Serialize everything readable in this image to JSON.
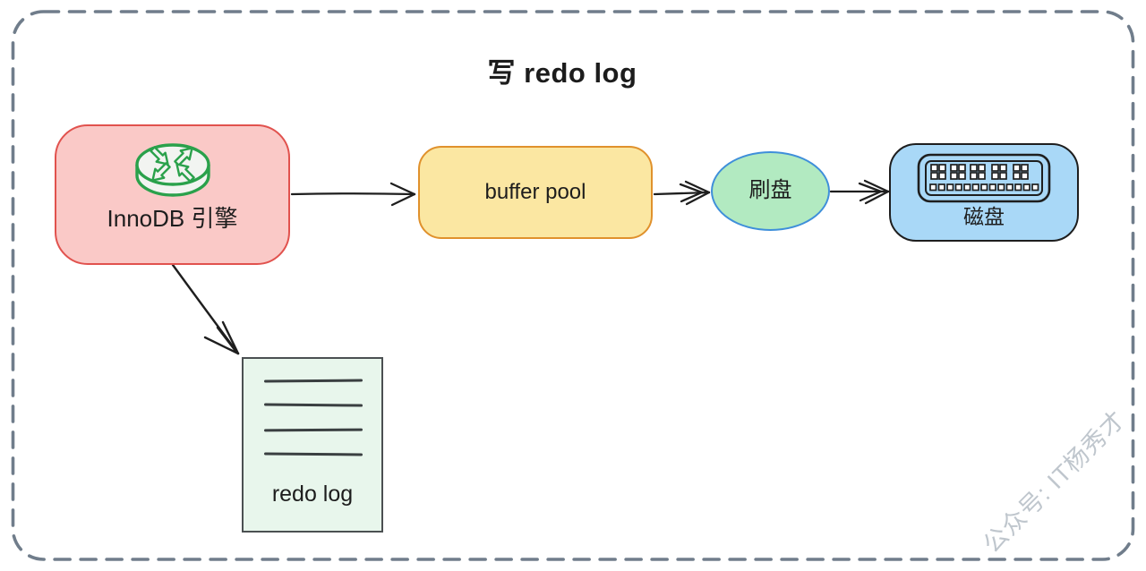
{
  "diagram": {
    "title": "写 redo log",
    "watermark": "公众号: IT杨秀才"
  },
  "frame": {
    "border_color": "#707d8b"
  },
  "nodes": {
    "innodb": {
      "label": "InnoDB 引擎",
      "fill": "#fac9c7",
      "border": "#e1524e",
      "icon": "router-icon"
    },
    "buffer_pool": {
      "label": "buffer pool",
      "fill": "#fbe7a2",
      "border": "#e0912c"
    },
    "flush": {
      "label": "刷盘",
      "fill": "#b2eac1",
      "border": "#3f8fda"
    },
    "disk": {
      "label": "磁盘",
      "fill": "#a9d8f7",
      "border": "#1e1e1e",
      "icon": "disk-connector-icon"
    },
    "redo_log": {
      "label": "redo log",
      "fill": "#e8f6ec",
      "border": "#4b5052"
    }
  },
  "edges": [
    {
      "from": "InnoDB 引擎",
      "to": "buffer pool"
    },
    {
      "from": "buffer pool",
      "to": "刷盘"
    },
    {
      "from": "刷盘",
      "to": "磁盘"
    },
    {
      "from": "InnoDB 引擎",
      "to": "redo log"
    }
  ],
  "edge_color": "#1e1e1e"
}
